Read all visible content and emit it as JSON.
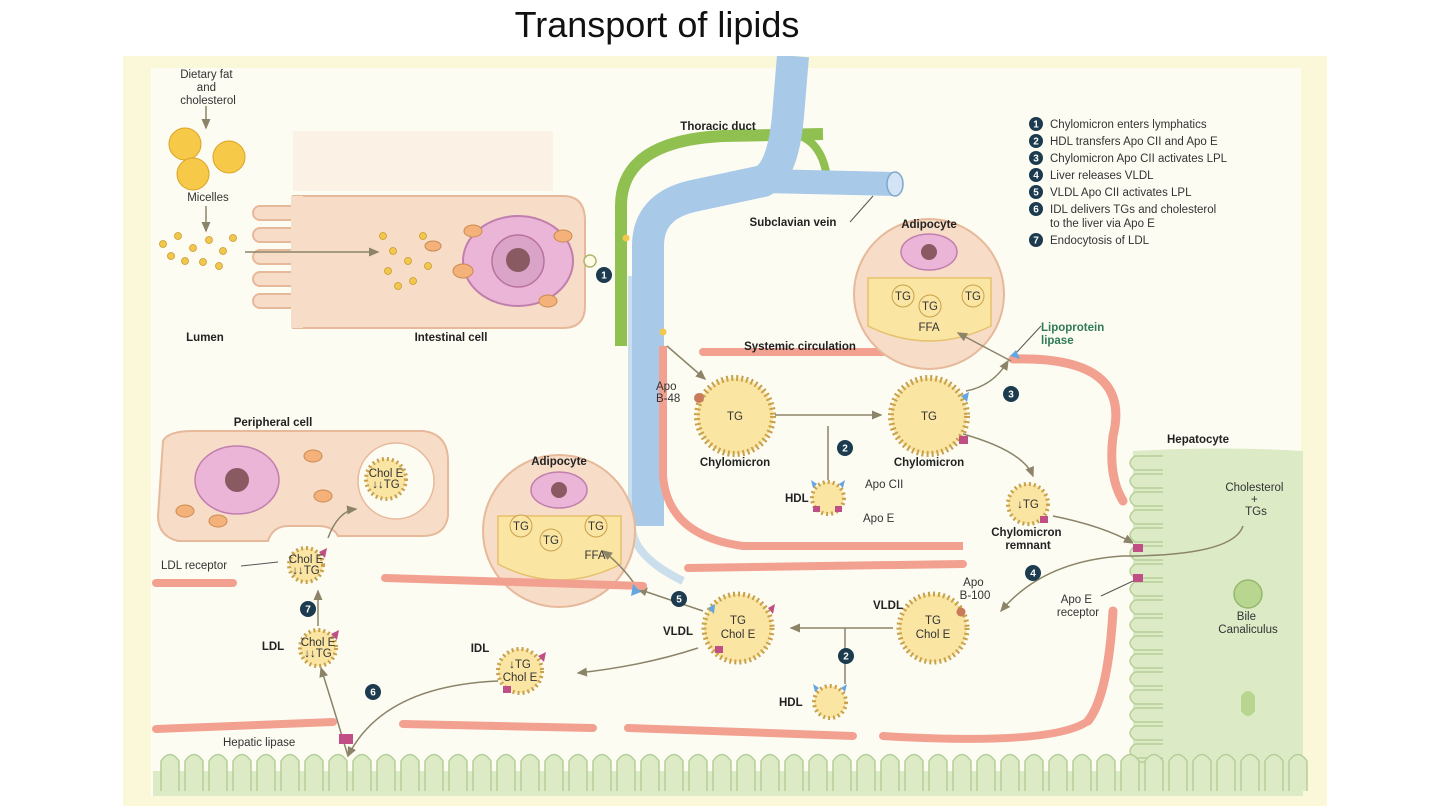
{
  "title": "Transport of lipids",
  "colors": {
    "panel_bg": "#fbf7d9",
    "lymph": "#8fc050",
    "vein": "#a9c9e8",
    "vessel": "#f2a090",
    "cell": "#f7dcc8",
    "lipoprotein": "#fbe5a3",
    "hepatocyte": "#dcebc6",
    "step_badge": "#1d3b4f"
  },
  "labels": {
    "dietary": [
      "Dietary fat",
      "and",
      "cholesterol"
    ],
    "micelles": "Micelles",
    "lumen": "Lumen",
    "intestinal_cell": "Intestinal cell",
    "thoracic_duct": "Thoracic duct",
    "subclavian_vein": "Subclavian vein",
    "systemic_circulation": "Systemic circulation",
    "adipocyte_top": "Adipocyte",
    "adipocyte_left": "Adipocyte",
    "lipoprotein_lipase": [
      "Lipoprotein",
      "lipase"
    ],
    "tg": "TG",
    "ffa": "FFA",
    "apo_b48": [
      "Apo",
      "B-48"
    ],
    "chylomicron": "Chylomicron",
    "chylomicron2": "Chylomicron",
    "hdl": "HDL",
    "apo_cii": "Apo CII",
    "apo_e": "Apo E",
    "remnant_core": "↓TG",
    "remnant": [
      "Chylomicron",
      "remnant"
    ],
    "hepatocyte": "Hepatocyte",
    "cholesterol_tgs": [
      "Cholesterol",
      "+",
      "TGs"
    ],
    "apo_b100": [
      "Apo",
      "B-100"
    ],
    "vldl": "VLDL",
    "vldl_core": [
      "TG",
      "Chol E"
    ],
    "apo_e_receptor": [
      "Apo E",
      "receptor"
    ],
    "bile_canaliculus": [
      "Bile",
      "Canaliculus"
    ],
    "peripheral_cell": "Peripheral cell",
    "ldl_receptor": "LDL receptor",
    "ldl": "LDL",
    "ldl_core": [
      "Chol E",
      "↓↓TG"
    ],
    "idl": "IDL",
    "idl_core": [
      "↓TG",
      "Chol E"
    ],
    "hepatic_lipase": "Hepatic lipase"
  },
  "legend": [
    {
      "num": "1",
      "text": [
        "Chylomicron enters lymphatics"
      ]
    },
    {
      "num": "2",
      "text": [
        "HDL transfers Apo CII and Apo E"
      ]
    },
    {
      "num": "3",
      "text": [
        "Chylomicron Apo CII activates LPL"
      ]
    },
    {
      "num": "4",
      "text": [
        "Liver releases VLDL"
      ]
    },
    {
      "num": "5",
      "text": [
        "VLDL  Apo CII activates LPL"
      ]
    },
    {
      "num": "6",
      "text": [
        "IDL delivers TGs and cholesterol",
        "to the liver via Apo E"
      ]
    },
    {
      "num": "7",
      "text": [
        "Endocytosis of LDL"
      ]
    }
  ],
  "badges": [
    "1",
    "2",
    "3",
    "2",
    "4",
    "5",
    "6",
    "7"
  ]
}
